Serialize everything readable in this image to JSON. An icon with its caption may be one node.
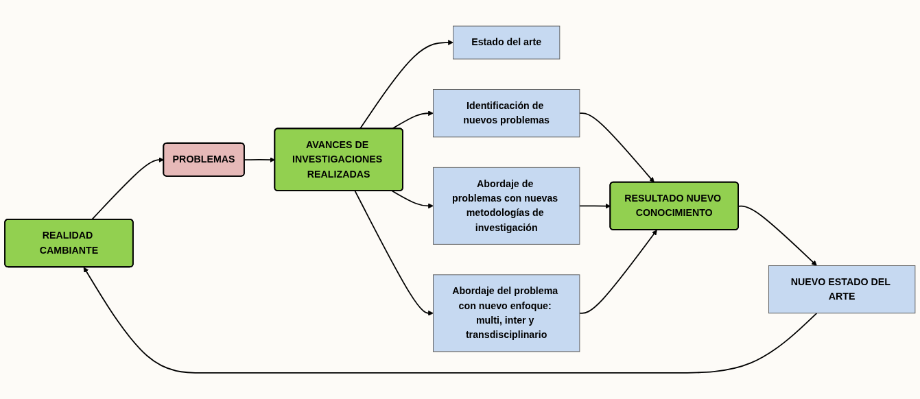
{
  "diagram": {
    "nodes": [
      {
        "text": [
          "REALIDAD CAMBIANTE"
        ]
      },
      {
        "text": [
          "PROBLEMAS"
        ]
      },
      {
        "text": [
          "AVANCES DE INVESTIGACIONES REALIZADAS"
        ]
      },
      {
        "text": [
          "Estado del arte"
        ]
      },
      {
        "text": [
          "Identificación de nuevos problemas"
        ]
      },
      {
        "text": [
          "Abordaje de problemas con nuevas metodologías de investigación"
        ]
      },
      {
        "text": [
          "Abordaje del problema con nuevo enfoque: multi, inter y transdisciplinario"
        ]
      },
      {
        "text": [
          "RESULTADO NUEVO CONOCIMIENTO"
        ]
      },
      {
        "text": [
          "NUEVO ESTADO DEL ARTE"
        ]
      }
    ],
    "edges": [
      {
        "from": 0,
        "to": 1,
        "arrow": "to"
      },
      {
        "from": 1,
        "to": 2,
        "arrow": "to"
      },
      {
        "from": 2,
        "to": 3,
        "arrow": "to"
      },
      {
        "from": 2,
        "to": 4,
        "arrow": "to"
      },
      {
        "from": 2,
        "to": 5,
        "arrow": "to"
      },
      {
        "from": 2,
        "to": 6,
        "arrow": "to"
      },
      {
        "from": 4,
        "to": 7,
        "arrow": "to"
      },
      {
        "from": 5,
        "to": 7,
        "arrow": "to"
      },
      {
        "from": 6,
        "to": 7,
        "arrow": "to"
      },
      {
        "from": 7,
        "to": 8,
        "arrow": "to"
      },
      {
        "from": 8,
        "to": 0,
        "arrow": "to"
      }
    ]
  }
}
